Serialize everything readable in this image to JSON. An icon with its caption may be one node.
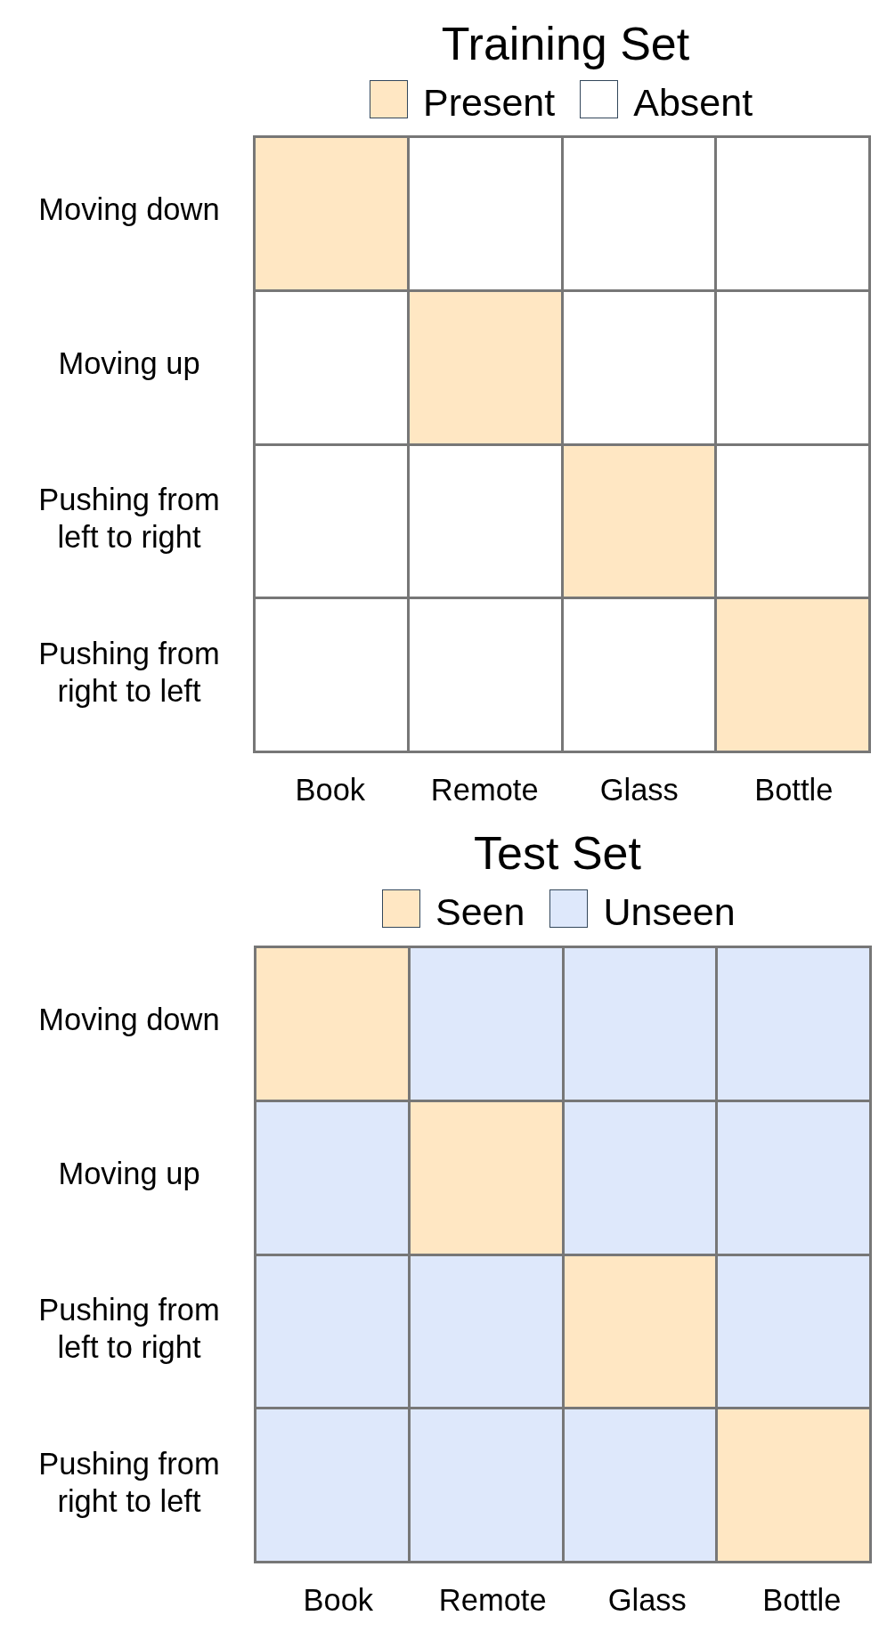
{
  "diagram": {
    "labels": [
      "Training Set",
      "Moving down",
      "Moving up",
      "Pushing from left to right",
      "Pushing from right to left",
      "Book",
      "Remote",
      "Glass",
      "Bottle",
      "Test Set",
      "Moving down",
      "Moving up",
      "Pushing from left to right",
      "Pushing from right to left",
      "Book",
      "Remote",
      "Glass",
      "Bottle"
    ],
    "legend": [
      {
        "text": "Present",
        "color": "#ffe7c3"
      },
      {
        "text": "Absent",
        "color": "#ffffff"
      },
      {
        "text": "Seen",
        "color": "#ffe7c3"
      },
      {
        "text": "Unseen",
        "color": "#dee8fb"
      }
    ]
  }
}
